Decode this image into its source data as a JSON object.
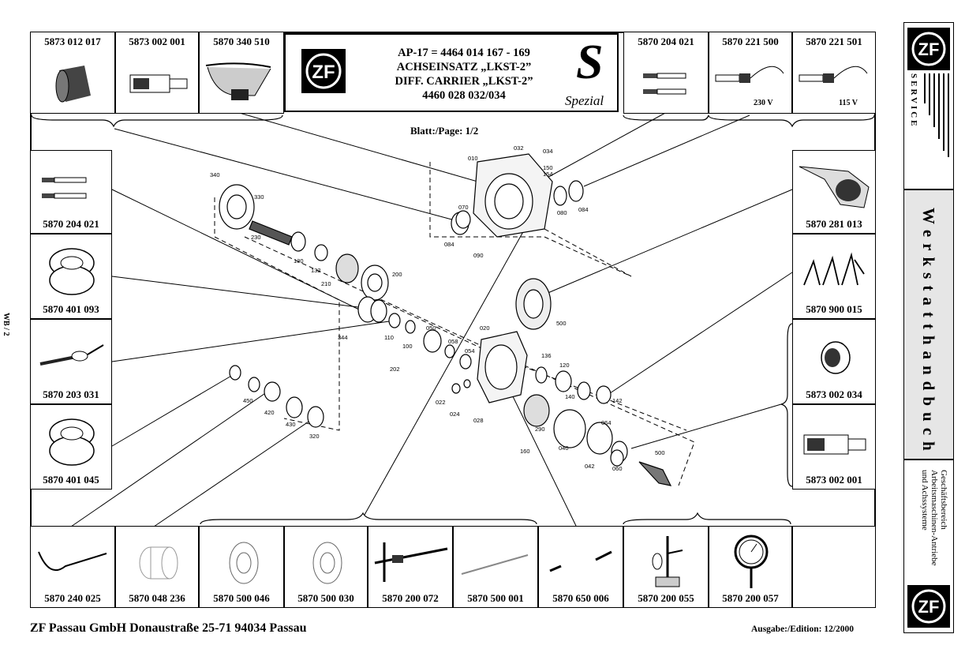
{
  "header": {
    "logo": "ZF",
    "lines": [
      "AP-17 = 4464 014 167 - 169",
      "ACHSEINSATZ „LKST-2”",
      "DIFF. CARRIER „LKST-2”",
      "4460 028 032/034"
    ],
    "spezial_logo": "S",
    "spezial_text": "Spezial"
  },
  "page_label": "Blatt:/Page: 1/2",
  "top_tools": [
    {
      "part": "5873 012 017",
      "icon": "socket-tool-icon"
    },
    {
      "part": "5873 002 001",
      "icon": "extractor-tool-icon"
    },
    {
      "part": "5870 340 510",
      "icon": "micrometer-icon"
    }
  ],
  "top_right_tools": [
    {
      "part": "5870 204 021",
      "icon": "guide-pins-icon",
      "note": ""
    },
    {
      "part": "5870 221 500",
      "icon": "heater-icon",
      "note": "230 V"
    },
    {
      "part": "5870 221 501",
      "icon": "heater-icon",
      "note": "115 V"
    }
  ],
  "left_tools": [
    {
      "part": "5870 204 021",
      "icon": "guide-pins-icon"
    },
    {
      "part": "5870 401 093",
      "icon": "slotted-nut-wrench-icon"
    },
    {
      "part": "5870 203 031",
      "icon": "torque-wrench-icon"
    },
    {
      "part": "5870 401 045",
      "icon": "slotted-nut-wrench-icon"
    }
  ],
  "right_tools": [
    {
      "part": "5870 281 013",
      "icon": "lifting-device-icon"
    },
    {
      "part": "5870 900 015",
      "icon": "circlip-pliers-icon"
    },
    {
      "part": "5873 002 034",
      "icon": "grab-sleeve-icon"
    },
    {
      "part": "5873 002 001",
      "icon": "extractor-tool-icon"
    }
  ],
  "bottom_tools": [
    {
      "part": "5870 240 025",
      "icon": "hook-wrench-icon"
    },
    {
      "part": "5870 048 236",
      "icon": "driver-sleeve-icon"
    },
    {
      "part": "5870 500 046",
      "icon": "pressure-disc-icon"
    },
    {
      "part": "5870 500 030",
      "icon": "pressure-disc-icon"
    },
    {
      "part": "5870 200 072",
      "icon": "depth-gauge-icon"
    },
    {
      "part": "5870 500 001",
      "icon": "rod-icon"
    },
    {
      "part": "5870 650 006",
      "icon": "adjusting-screws-icon"
    },
    {
      "part": "5870 200 055",
      "icon": "measuring-stand-icon"
    },
    {
      "part": "5870 200 057",
      "icon": "dial-indicator-icon"
    },
    {
      "part": "",
      "icon": ""
    }
  ],
  "diagram_labels": [
    "010",
    "032",
    "034",
    "150",
    "154",
    "080",
    "084",
    "070",
    "084",
    "090",
    "340",
    "330",
    "230",
    "130",
    "132",
    "210",
    "200",
    "344",
    "110",
    "100",
    "050",
    "058",
    "054",
    "020",
    "202",
    "136",
    "120",
    "140",
    "142",
    "500",
    "022",
    "024",
    "028",
    "290",
    "040",
    "064",
    "042",
    "060",
    "160",
    "450",
    "420",
    "430",
    "320",
    "500"
  ],
  "sidebar": {
    "service": "SERVICE",
    "title": "Werkstatthandbuch",
    "division_lines": [
      "Geschäftsbereich",
      "Arbeitsmaschinen-Antriebe",
      "und Achssysteme"
    ],
    "bottom_logo": "ZF"
  },
  "margin_label": "WB / 2",
  "footer": {
    "address": "ZF  Passau GmbH Donaustraße 25-71  94034 Passau",
    "edition": "Ausgabe:/Edition: 12/2000"
  }
}
